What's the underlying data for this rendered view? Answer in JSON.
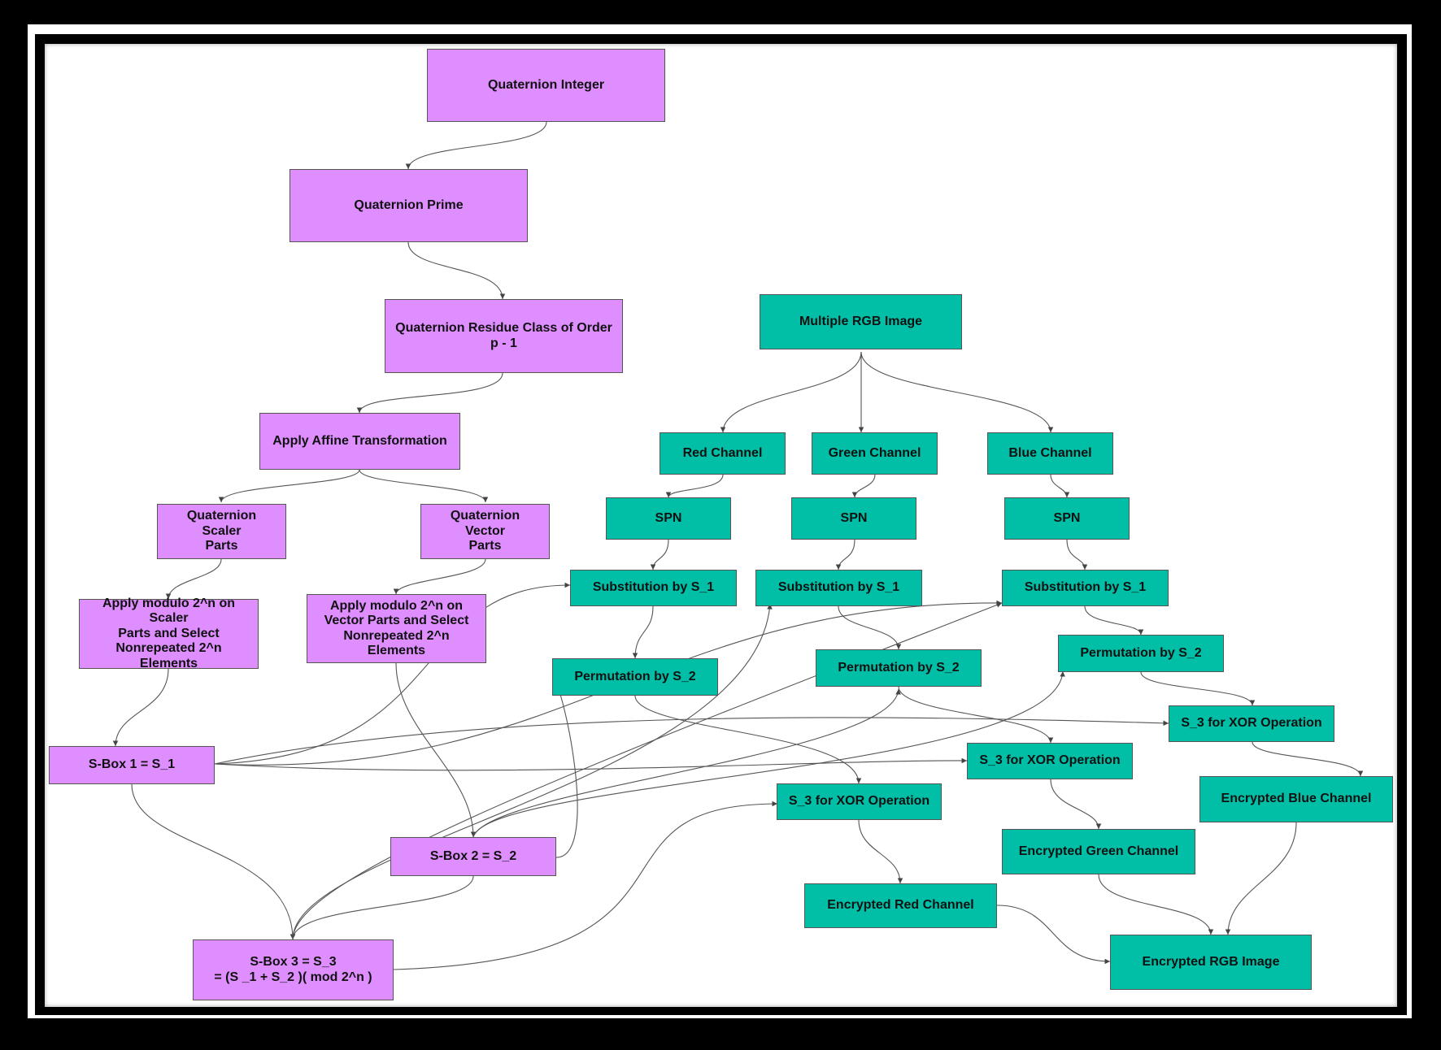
{
  "colors": {
    "left_branch": "#df8eff",
    "right_branch": "#00bfa6",
    "edge": "#555555"
  },
  "nodes": {
    "quaternion_integer": "Quaternion Integer",
    "quaternion_prime": "Quaternion Prime",
    "residue_class": "Quaternion Residue Class of Order\np - 1",
    "affine": "Apply Affine Transformation",
    "scaler_parts": "Quaternion Scaler\nParts",
    "vector_parts": "Quaternion Vector\nParts",
    "modulo_scaler": "Apply modulo 2^n on Scaler\nParts and Select\nNonrepeated 2^n Elements",
    "modulo_vector": "Apply modulo 2^n on\nVector Parts and Select\nNonrepeated 2^n Elements",
    "sbox1": "S-Box 1 = S_1",
    "sbox2": "S-Box 2 = S_2",
    "sbox3": "S-Box 3 = S_3\n= (S _1  + S_2 )( mod 2^n )",
    "rgb_image": "Multiple RGB Image",
    "red_channel": "Red Channel",
    "green_channel": "Green Channel",
    "blue_channel": "Blue Channel",
    "spn_red": "SPN",
    "spn_green": "SPN",
    "spn_blue": "SPN",
    "sub_red": "Substitution by S_1",
    "sub_green": "Substitution by S_1",
    "sub_blue": "Substitution by S_1",
    "perm_red": "Permutation by S_2",
    "perm_green": "Permutation by S_2",
    "perm_blue": "Permutation by S_2",
    "xor_red": "S_3 for XOR Operation",
    "xor_green": "S_3 for XOR Operation",
    "xor_blue": "S_3 for XOR Operation",
    "enc_red": "Encrypted Red Channel",
    "enc_green": "Encrypted Green Channel",
    "enc_blue": "Encrypted Blue Channel",
    "enc_rgb": "Encrypted RGB Image"
  }
}
